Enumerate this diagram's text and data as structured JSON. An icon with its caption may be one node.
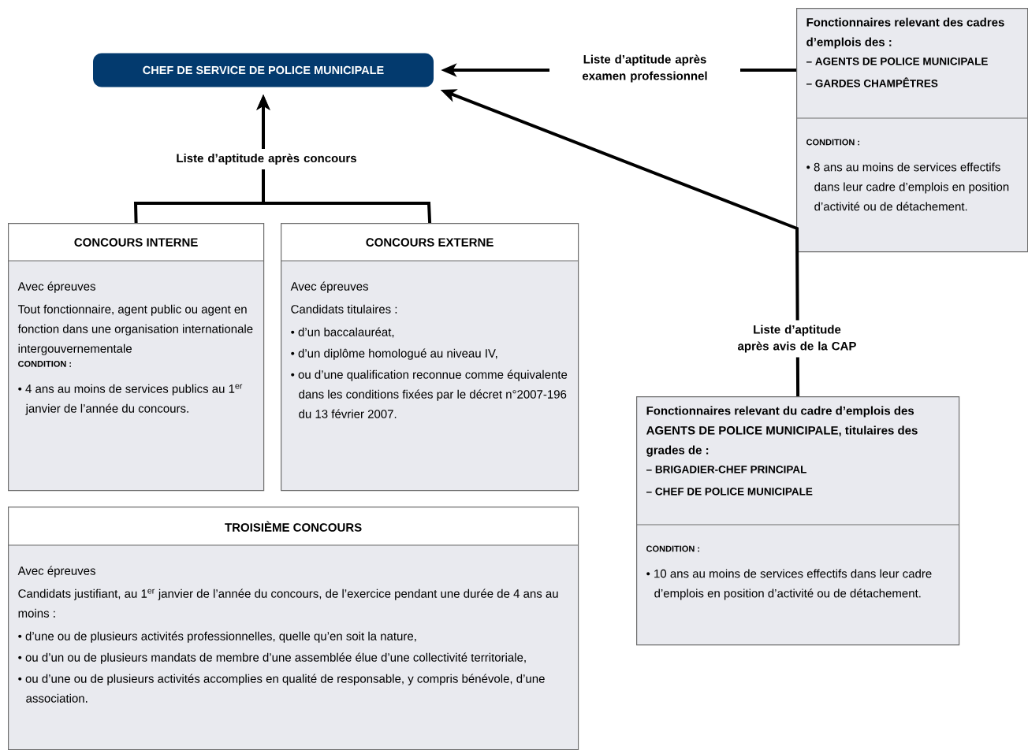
{
  "diagram": {
    "nodes": [
      {
        "text": [
          "CHEF DE SERVICE DE POLICE MUNICIPALE"
        ]
      },
      {
        "text": [
          "CONCOURS INTERNE",
          "Avec épreuves",
          "Tout fonctionnaire, agent public ou agent en fonction dans une organisation internationale intergouvernementale",
          "CONDITION :",
          "•  4 ans au moins de services publics au 1$^{er}$ janvier de l’année du concours."
        ]
      },
      {
        "text": [
          "CONCOURS EXTERNE",
          "Avec épreuves",
          "Candidats titulaires :",
          "• d’un baccalauréat,",
          "• d’un diplôme homologué au niveau IV,",
          "• ou d’une qualification reconnue comme équivalente dans les conditions fixées par le décret n°2007-196 du 13 février 2007."
        ]
      },
      {
        "text": [
          "TROISIÈME CONCOURS",
          "Avec épreuves",
          "Candidats justifiant, au 1$^{er}$ janvier de l’année du concours, de l’exercice pendant une durée de 4 ans au moins :",
          "• d’une ou de plusieurs activités professionnelles, quelle qu’en soit la nature,",
          "• ou d’un ou de plusieurs mandats de membre d’une assemblée élue d’une collectivité territoriale,",
          "• ou d’une ou de plusieurs activités accomplies en qualité de responsable, y compris bénévole, d’une association."
        ]
      },
      {
        "text": [
          "Fonctionnaires relevant des cadres d’emplois des :",
          "– AGENTS DE POLICE MUNICIPALE",
          "– GARDES CHAMPÊTRES",
          "CONDITION :",
          "• 8 ans au moins de services effectifs dans leur cadre d’emplois en position d’activité ou de détachement."
        ]
      },
      {
        "text": [
          "Fonctionnaires relevant du cadre d’emplois des AGENTS DE POLICE MUNICIPALE, titulaires des grades de :",
          "– BRIGADIER-CHEF PRINCIPAL",
          "– CHEF DE POLICE MUNICIPALE",
          "CONDITION :",
          "• 10 ans au moins de services effectifs dans leur cadre d’emplois en position d’activité ou de détachement."
        ]
      }
    ],
    "edges": [
      {
        "from": 1,
        "to": 0,
        "arrow": "to",
        "label": "Liste d’aptitude après concours"
      },
      {
        "from": 2,
        "to": 0,
        "arrow": "to"
      },
      {
        "from": 4,
        "to": 0,
        "arrow": "to",
        "label": "Liste d’aptitude après examen professionnel"
      },
      {
        "from": 5,
        "to": 0,
        "arrow": "to",
        "label": "Liste d’aptitude après avis de la CAP"
      }
    ]
  }
}
